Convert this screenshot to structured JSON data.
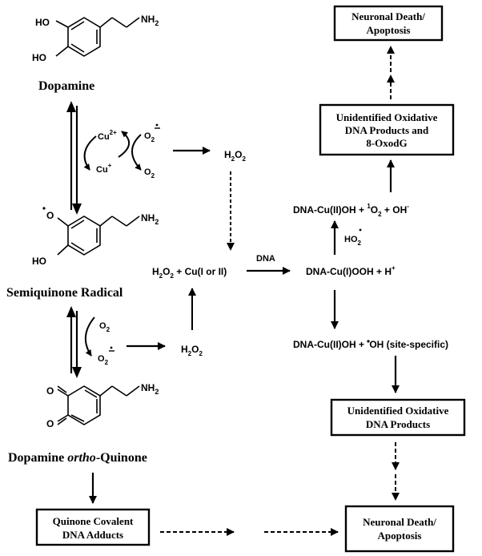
{
  "molecules": {
    "dopamine": {
      "name": "Dopamine"
    },
    "semiquinone": {
      "name": "Semiquinone Radical"
    },
    "quinone": {
      "name_prefix": "Dopamine ",
      "name_italic": "ortho",
      "name_suffix": "-Quinone"
    }
  },
  "atoms": {
    "ho": "HO",
    "nh2": "NH",
    "nh2_sub": "2",
    "o": "O"
  },
  "redox_cu": {
    "cu2": "Cu",
    "cu2_sup": "2+",
    "cu1": "Cu",
    "cu1_sup": "+",
    "o2rad": "O",
    "o2rad_sub": "2",
    "o2": "O",
    "o2_sub": "2"
  },
  "redox_o2": {
    "o2": "O",
    "o2_sub": "2",
    "o2rad": "O",
    "o2rad_sub": "2"
  },
  "species": {
    "h2o2_a": {
      "p1": "H",
      "s1": "2",
      "p2": "O",
      "s2": "2"
    },
    "h2o2_b": {
      "p1": "H",
      "s1": "2",
      "p2": "O",
      "s2": "2"
    },
    "h2o2_cu": {
      "p1": "H",
      "s1": "2",
      "p2": "O",
      "s2": "2",
      "p3": " + Cu(I or II)"
    },
    "dna_label": "DNA",
    "cu_ooh": {
      "p1": "DNA-Cu(I)OOH + H",
      "sup": "+"
    },
    "singlet": {
      "p1": "DNA-Cu(II)OH + ",
      "sup1": "1",
      "p2": "O",
      "sub": "2",
      "p3": " + OH",
      "sup2": "-"
    },
    "ho2": {
      "p1": "HO",
      "sub": "2"
    },
    "site_specific": {
      "p1": "DNA-Cu(II)OH + ",
      "p2": "OH (site-specific)"
    }
  },
  "boxes": {
    "death_top": [
      "Neuronal Death/",
      "Apoptosis"
    ],
    "ox_products_top": [
      "Unidentified Oxidative",
      "DNA Products and",
      "8-OxodG"
    ],
    "ox_products_mid": [
      "Unidentified Oxidative",
      "DNA Products"
    ],
    "adducts": [
      "Quinone Covalent",
      "DNA Adducts"
    ],
    "death_bottom": [
      "Neuronal Death/",
      "Apoptosis"
    ]
  }
}
